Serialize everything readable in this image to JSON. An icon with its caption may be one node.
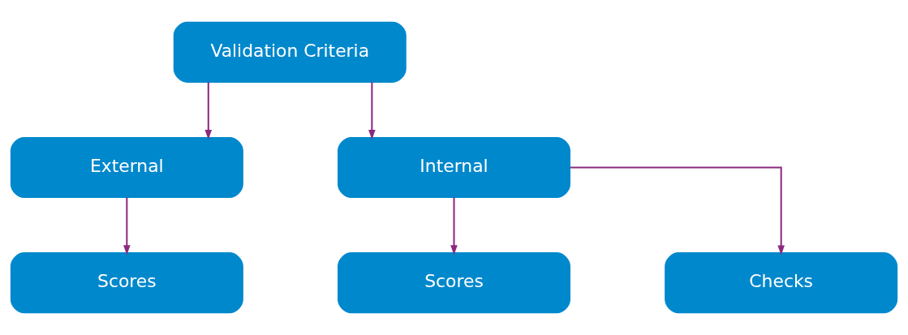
{
  "diagram": {
    "nodes": [
      {
        "text": [
          "Validation Criteria"
        ]
      },
      {
        "text": [
          "External"
        ]
      },
      {
        "text": [
          "Internal"
        ]
      },
      {
        "text": [
          "Scores"
        ]
      },
      {
        "text": [
          "Scores"
        ]
      },
      {
        "text": [
          "Checks"
        ]
      }
    ],
    "edges": [
      {
        "from": 0,
        "to": 1,
        "arrow": "to"
      },
      {
        "from": 0,
        "to": 2,
        "arrow": "to"
      },
      {
        "from": 1,
        "to": 3,
        "arrow": "to"
      },
      {
        "from": 2,
        "to": 4,
        "arrow": "to"
      },
      {
        "from": 2,
        "to": 5,
        "arrow": "to"
      }
    ]
  }
}
